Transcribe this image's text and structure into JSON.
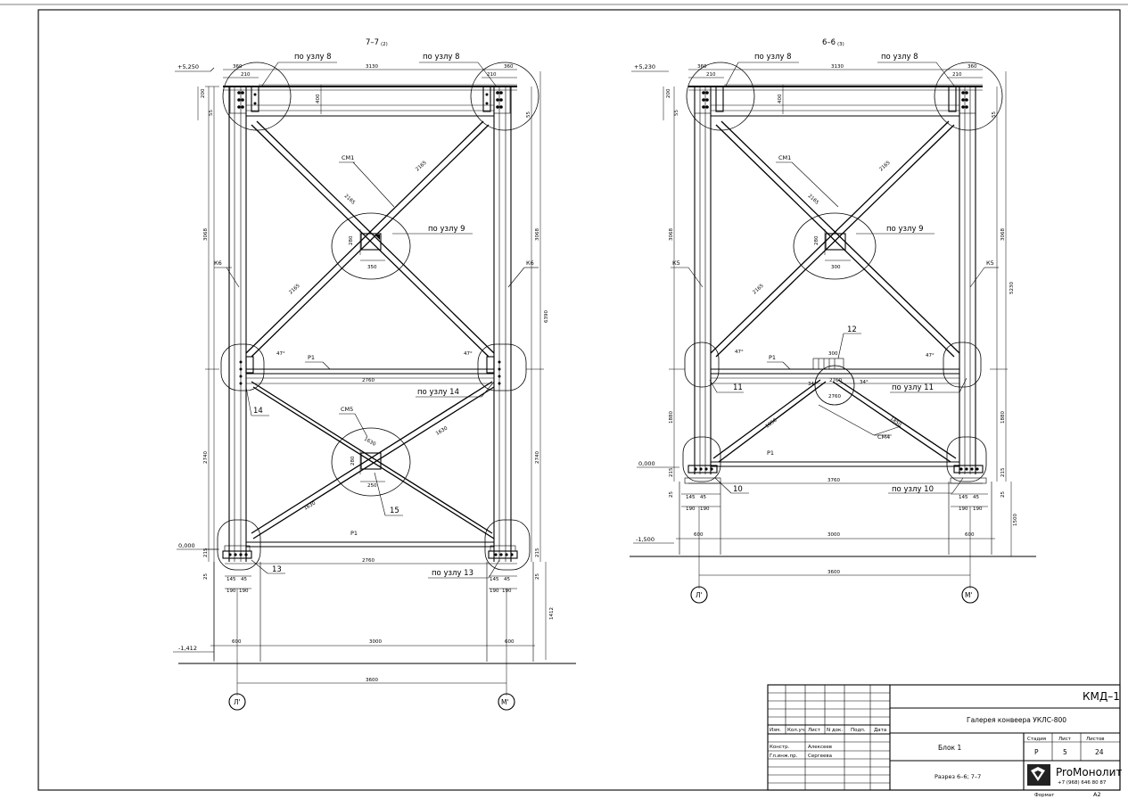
{
  "views": {
    "left": {
      "title": "7–7",
      "title_sub": "(2)",
      "node_refs": {
        "top_left": "по узлу 8",
        "top_right": "по узлу 8",
        "center_upper": "по узлу 9",
        "mid_right": "по узлу 14",
        "bottom_right": "по узлу 13"
      },
      "node_numbers": {
        "n14": "14",
        "n15": "15",
        "n13": "13"
      },
      "members": {
        "col_left": "К6",
        "col_right": "К6",
        "brace_upper": "СМ1",
        "brace_lower": "СМ5",
        "strut_mid": "Р1",
        "strut_bot": "Р1"
      },
      "levels": {
        "top": "+5,250",
        "zero": "0,000",
        "bottom": "-1,412"
      },
      "dims": {
        "top_left_360": "360",
        "top_left_210": "210",
        "top_right_360": "360",
        "top_right_210": "210",
        "top_span": "3130",
        "top_200": "200",
        "top_400": "400",
        "top_55": "55",
        "top_55b": "55",
        "upper_height_l": "3068",
        "upper_height_r": "3068",
        "total_height": "6390",
        "lower_height_l": "2740",
        "lower_height_r": "2740",
        "brace_len_a": "2165",
        "brace_len_b": "2165",
        "brace_len_c": "2165",
        "brace_len_d": "1630",
        "brace_len_e": "1630",
        "brace_len_f": "1630",
        "angle_a": "47°",
        "angle_b": "47°",
        "center_280": "280",
        "center_350": "350",
        "center2_280": "280",
        "center2_250": "250",
        "mid_span": "2760",
        "bot_span": "2760",
        "base_215_l": "215",
        "base_215_r": "215",
        "base_25_l": "25",
        "base_25_r": "25",
        "base_145_l": "145",
        "base_45_l": "45",
        "base_190_l": "190",
        "base_190b_l": "190",
        "base_145_r": "145",
        "base_45_r": "45",
        "base_190_r": "190",
        "base_190b_r": "190",
        "found_600_l": "600",
        "found_3000": "3000",
        "found_600_r": "600",
        "found_height": "1412",
        "axis_span": "3600"
      },
      "axes": {
        "left": "Л'",
        "right": "М'"
      }
    },
    "right": {
      "title": "6–6",
      "title_sub": "(3)",
      "node_refs": {
        "top_left": "по узлу 8",
        "top_right": "по узлу 8",
        "center_upper": "по узлу 9",
        "mid_right": "по узлу 11",
        "bottom_right": "по узлу 10"
      },
      "node_numbers": {
        "n11": "11",
        "n12": "12",
        "n10": "10"
      },
      "members": {
        "col_left": "К5",
        "col_right": "К5",
        "brace_upper": "СМ1",
        "brace_lower": "СМ4",
        "strut_mid": "Р1",
        "strut_bot": "Р1"
      },
      "levels": {
        "top": "+5,230",
        "zero": "0,000",
        "bottom": "-1,500"
      },
      "dims": {
        "top_left_360": "360",
        "top_left_210": "210",
        "top_right_360": "360",
        "top_right_210": "210",
        "top_span": "3130",
        "top_200": "200",
        "top_400": "400",
        "top_55": "55",
        "top_55b": "55",
        "upper_height_l": "3068",
        "upper_height_r": "3068",
        "total_height": "5230",
        "lower_height_l": "1880",
        "lower_height_r": "1880",
        "brace_len_a": "2165",
        "brace_len_b": "2165",
        "brace_len_c": "2165",
        "brace_len_d": "1850",
        "brace_len_e": "1850",
        "angle_a": "47°",
        "angle_b": "47°",
        "angle_c": "34°",
        "angle_d": "34°",
        "center_280": "280",
        "center_300": "300",
        "node12_300": "300",
        "node12_2760": "2760",
        "mid_span": "2760",
        "bot_span": "3760",
        "base_215_l": "215",
        "base_215_r": "215",
        "base_25_l": "25",
        "base_25_r": "25",
        "base_145_l": "145",
        "base_45_l": "45",
        "base_190_l": "190",
        "base_190b_l": "190",
        "base_145_r": "145",
        "base_45_r": "45",
        "base_190_r": "190",
        "base_190b_r": "190",
        "found_600_l": "600",
        "found_3000": "3000",
        "found_600_r": "600",
        "found_height": "1500",
        "axis_span": "3600"
      },
      "axes": {
        "left": "Л'",
        "right": "М'"
      }
    }
  },
  "title_block": {
    "doc_code": "КМД–1",
    "project": "Галерея конвеера УКЛС-800",
    "block": "Блок 1",
    "drawing": "Разрез 6–6; 7–7",
    "stage_hdr": "Стадия",
    "sheet_hdr": "Лист",
    "sheets_hdr": "Листов",
    "stage": "Р",
    "sheet": "5",
    "sheets": "24",
    "cols": [
      "Изм.",
      "Кол.уч.",
      "Лист",
      "N док.",
      "Подп.",
      "Дата"
    ],
    "role1": "Констр.",
    "name1": "Алексеев",
    "role2": "Гл.инж.пр.",
    "name2": "Сергеева",
    "company": "ProМонолит",
    "phone": "+7 (968) 646 80 87",
    "format_label": "Формат",
    "format": "A2"
  }
}
